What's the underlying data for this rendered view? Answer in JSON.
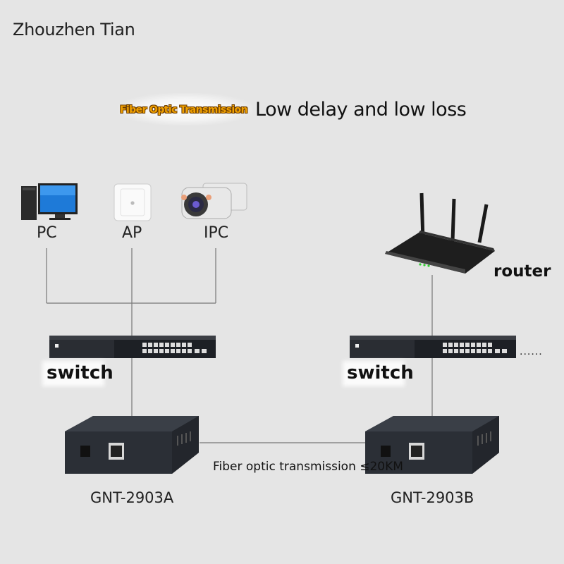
{
  "author": "Zhouzhen Tian",
  "slogan": {
    "small": "Fiber Optic Transmission",
    "big": "Low delay and low loss"
  },
  "devices": {
    "pc": "PC",
    "ap": "AP",
    "ipc": "IPC",
    "router": "router",
    "switch_left": "switch",
    "switch_right": "switch",
    "ellipsis": "......",
    "converter_left": "GNT-2903A",
    "converter_right": "GNT-2903B"
  },
  "link_label": "Fiber optic transmission ≤20KM",
  "icons": [
    "pc-icon",
    "access-point-icon",
    "ip-camera-icon",
    "router-icon",
    "switch-icon",
    "media-converter-icon"
  ]
}
